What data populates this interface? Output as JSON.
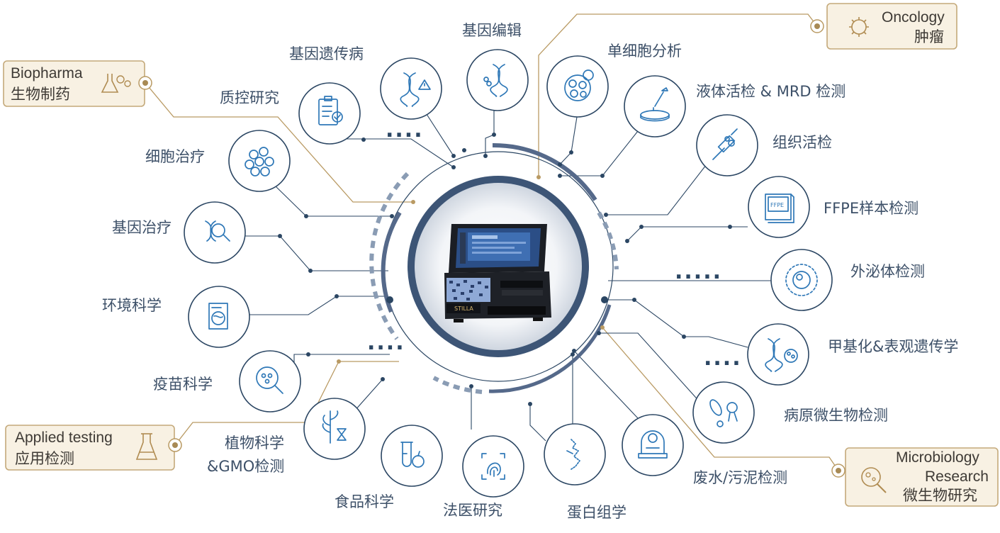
{
  "center": {
    "device_brand": "STILLA"
  },
  "annotations": {
    "biopharma": {
      "title": "Biopharma",
      "subtitle": "生物制药",
      "icon": "flask-molecule-icon"
    },
    "oncology": {
      "title": "Oncology",
      "subtitle": "肿瘤",
      "icon": "virus-cell-icon"
    },
    "applied": {
      "title": "Applied testing",
      "subtitle": "应用检测",
      "icon": "erlenmeyer-flask-icon"
    },
    "microbiology": {
      "line1": "Microbiology",
      "line2": "Research",
      "subtitle": "微生物研究",
      "icon": "microbe-magnifier-icon"
    }
  },
  "applications": {
    "genetic_disease": {
      "label": "基因遗传病",
      "icon": "dna-warning-icon"
    },
    "gene_editing": {
      "label": "基因编辑",
      "icon": "dna-scissors-icon"
    },
    "single_cell": {
      "label": "单细胞分析",
      "icon": "cell-cluster-icon"
    },
    "liquid_biopsy": {
      "label": "液体活检  & MRD 检测",
      "icon": "pipette-dish-icon"
    },
    "tissue_biopsy": {
      "label": "组织活检",
      "icon": "syringe-tissue-icon"
    },
    "ffpe": {
      "label": "FFPE样本检测",
      "icon": "ffpe-block-icon",
      "badge": "FFPE"
    },
    "exosome": {
      "label": "外泌体检测",
      "icon": "exosome-icon"
    },
    "methylation": {
      "label": "甲基化&表观遗传学",
      "icon": "dna-methyl-icon"
    },
    "pathogen": {
      "label": "病原微生物检测",
      "icon": "pathogen-bacteria-icon"
    },
    "wastewater": {
      "label": "废水/污泥检测",
      "icon": "water-treatment-icon"
    },
    "proteomics": {
      "label": "蛋白组学",
      "icon": "protein-chain-icon"
    },
    "forensics": {
      "label": "法医研究",
      "icon": "fingerprint-icon"
    },
    "food": {
      "label": "食品科学",
      "icon": "test-tube-apple-icon"
    },
    "plant": {
      "line1": "植物科学",
      "line2": "&GMO检测",
      "icon": "plant-hourglass-icon"
    },
    "vaccine": {
      "label": "疫苗科学",
      "icon": "vaccine-magnifier-icon"
    },
    "environment": {
      "label": "环境科学",
      "icon": "environment-doc-icon"
    },
    "gene_therapy": {
      "label": "基因治疗",
      "icon": "gene-therapy-icon"
    },
    "cell_therapy": {
      "label": "细胞治疗",
      "icon": "cells-icon"
    },
    "qc": {
      "label": "质控研究",
      "icon": "clipboard-check-icon"
    }
  },
  "ellipsis": "....",
  "ellipsis_long": ".....",
  "colors": {
    "navy": "#2b4663",
    "icon_blue": "#2f78b7",
    "gold": "#b99a63",
    "cream": "#f8f1e3",
    "label": "#3d5068"
  }
}
